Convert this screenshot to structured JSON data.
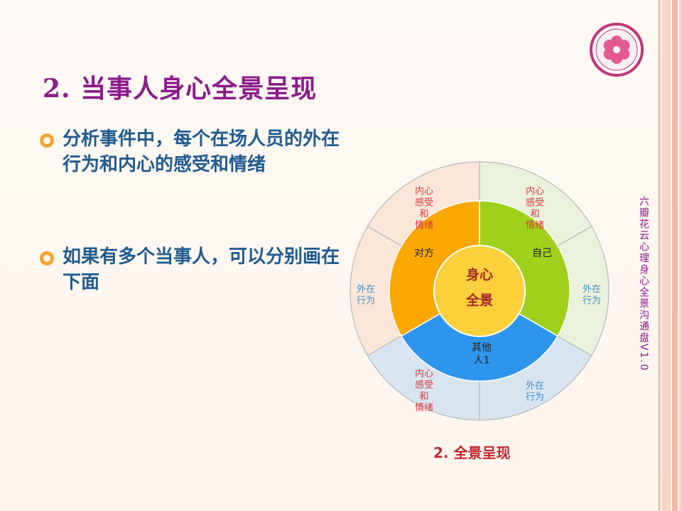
{
  "slide": {
    "title": "2. 当事人身心全景呈现",
    "bullets": [
      {
        "text": "分析事件中，每个在场人员的外在行为和内心的感受和情绪"
      },
      {
        "text": "如果有多个当事人，可以分别画在下面"
      }
    ],
    "vertical_caption": [
      "六瓣花云心理",
      "身心全景沟通盘V1.0"
    ],
    "figure_caption": "2. 全景呈现"
  },
  "diagram": {
    "center": {
      "line1": "身心",
      "line2": "全景"
    },
    "middle_ring": [
      {
        "label": "对方",
        "color": "#f8a800"
      },
      {
        "label": "自己",
        "color": "#9fd11c"
      },
      {
        "label_line1": "其他",
        "label_line2": "人1",
        "color": "#2e95ec"
      }
    ],
    "outer_ring": [
      {
        "lines": [
          "内心",
          "感受",
          "和",
          "情绪"
        ],
        "color": "#d9383e"
      },
      {
        "lines": [
          "内心",
          "感受",
          "和",
          "情绪"
        ],
        "color": "#d9383e"
      },
      {
        "lines": [
          "外在",
          "行为"
        ],
        "color": "#3a8fd1"
      },
      {
        "lines": [
          "外在",
          "行为"
        ],
        "color": "#3a8fd1"
      },
      {
        "lines": [
          "内心",
          "感受",
          "和",
          "情绪"
        ],
        "color": "#d9383e"
      },
      {
        "lines": [
          "外在",
          "行为"
        ],
        "color": "#3a8fd1"
      }
    ],
    "colors": {
      "outer_left": "#fbe6d8",
      "outer_right": "#eaf2dc",
      "outer_bottom": "#d8e4f0",
      "center": "#fbd03a",
      "center_text": "#a8262b"
    }
  }
}
